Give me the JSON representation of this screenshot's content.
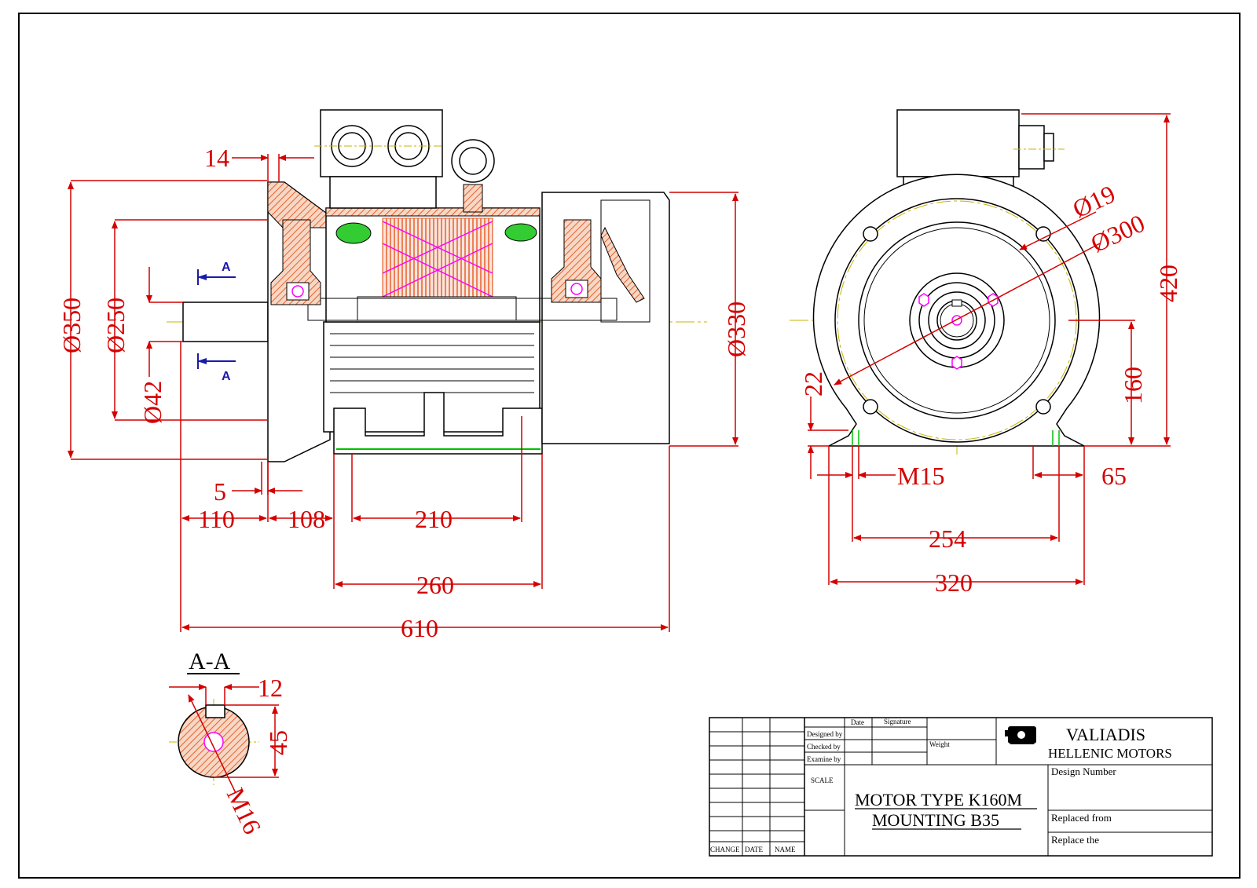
{
  "front_view": {
    "dims": {
      "d350": "Ø350",
      "d250": "Ø250",
      "d42": "Ø42",
      "d330": "Ø330",
      "l14": "14",
      "l5": "5",
      "l110": "110",
      "l108": "108",
      "l210": "210",
      "l260": "260",
      "l610": "610"
    },
    "section_marks": [
      "A",
      "A"
    ]
  },
  "side_view": {
    "dims": {
      "d19": "Ø19",
      "d300": "Ø300",
      "h420": "420",
      "h160": "160",
      "l22": "22",
      "m15": "M15",
      "l65": "65",
      "l254": "254",
      "l320": "320"
    }
  },
  "section_aa": {
    "title": "A-A",
    "dims": {
      "k12": "12",
      "k45": "45",
      "m16": "M16"
    }
  },
  "title_block": {
    "col_change": "CHANGE",
    "col_date": "DATE",
    "col_name": "NAME",
    "row_designed": "Designed by",
    "row_checked": "Checked by",
    "row_examine": "Examine by",
    "hdr_date": "Date",
    "hdr_signature": "Signature",
    "weight": "Weight",
    "scale": "SCALE",
    "brand_line1": "VALIADIS",
    "brand_line2": "HELLENIC MOTORS",
    "design_number": "Design Number",
    "motor_type": "MOTOR TYPE K160M",
    "mounting": "MOUNTING   B35",
    "replaced_from": "Replaced from",
    "replace_the": "Replace the"
  },
  "colors": {
    "dimension": "#d40000",
    "outline": "#000000",
    "section_hatch": "#e8602c",
    "winding": "#ff00ff",
    "gasket": "#00c000",
    "centerline": "#c8b400",
    "section_arrow": "#1a1aa8"
  }
}
